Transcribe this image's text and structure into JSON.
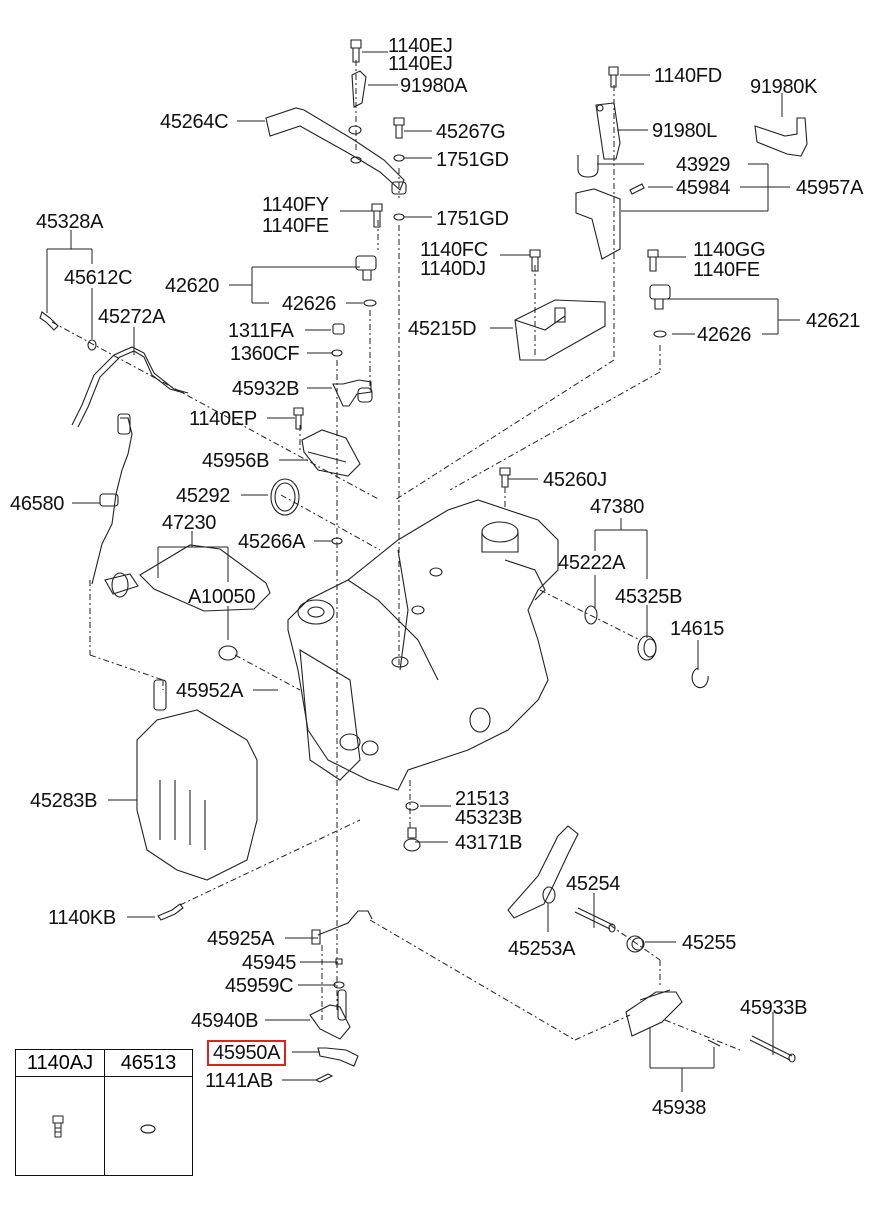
{
  "title": "Automatic transaxle case parts diagram",
  "highlight_color": "#e0221f",
  "labels": {
    "p1140EJ_a": "1140EJ",
    "p1140EJ_b": "1140EJ",
    "p91980A": "91980A",
    "p45264C": "45264C",
    "p45267G": "45267G",
    "p1751GD_a": "1751GD",
    "p1140FY": "1140FY",
    "p1140FE_a": "1140FE",
    "p1751GD_b": "1751GD",
    "p1140FD": "1140FD",
    "p91980K": "91980K",
    "p91980L": "91980L",
    "p43929": "43929",
    "p45984": "45984",
    "p45957A": "45957A",
    "p45328A": "45328A",
    "p45612C": "45612C",
    "p45272A": "45272A",
    "p42620": "42620",
    "p42626_a": "42626",
    "p1311FA": "1311FA",
    "p1360CF": "1360CF",
    "p45932B": "45932B",
    "p1140EP": "1140EP",
    "p45956B": "45956B",
    "p1140FC": "1140FC",
    "p1140DJ": "1140DJ",
    "p45215D": "45215D",
    "p1140GG": "1140GG",
    "p1140FE_b": "1140FE",
    "p42621": "42621",
    "p42626_b": "42626",
    "p46580": "46580",
    "p45292": "45292",
    "p47230": "47230",
    "p45266A": "45266A",
    "pA10050": "A10050",
    "p45952A": "45952A",
    "p45260J": "45260J",
    "p47380": "47380",
    "p45222A": "45222A",
    "p45325B": "45325B",
    "p14615": "14615",
    "p45283B": "45283B",
    "p1140KB": "1140KB",
    "p21513": "21513",
    "p45323B": "45323B",
    "p43171B": "43171B",
    "p45254": "45254",
    "p45253A": "45253A",
    "p45255": "45255",
    "p45925A": "45925A",
    "p45945": "45945",
    "p45959C": "45959C",
    "p45940B": "45940B",
    "p45950A": "45950A",
    "p1141AB": "1141AB",
    "p45933B": "45933B",
    "p45938": "45938"
  },
  "legend": {
    "col1_header": "1140AJ",
    "col2_header": "46513",
    "col1_icon": "bolt-icon",
    "col2_icon": "washer-icon"
  },
  "highlighted_part": "45950A"
}
